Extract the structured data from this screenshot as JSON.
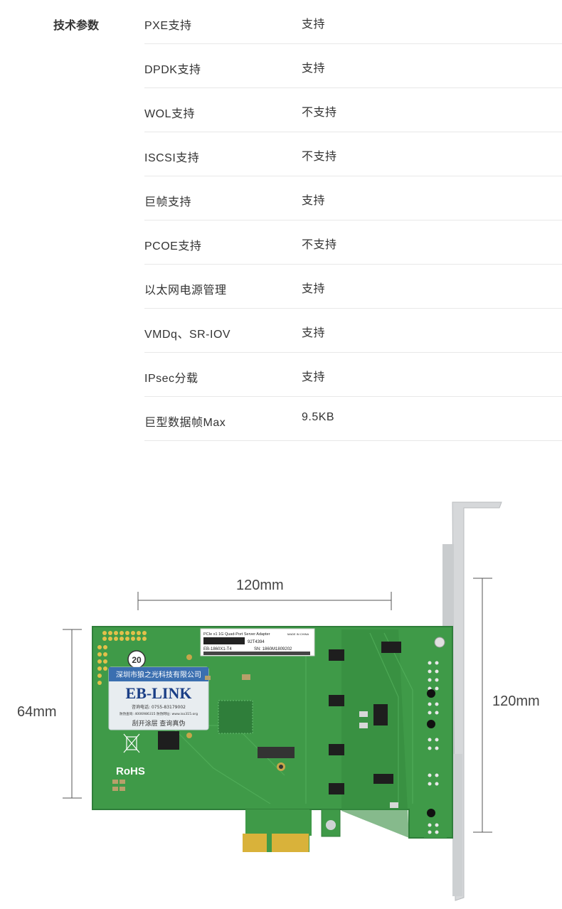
{
  "specs": {
    "heading": "技术参数",
    "rows": [
      {
        "name": "PXE支持",
        "value": "支持"
      },
      {
        "name": "DPDK支持",
        "value": "支持"
      },
      {
        "name": "WOL支持",
        "value": "不支持"
      },
      {
        "name": "ISCSI支持",
        "value": "不支持"
      },
      {
        "name": "巨帧支持",
        "value": "支持"
      },
      {
        "name": "PCOE支持",
        "value": "不支持"
      },
      {
        "name": "以太网电源管理",
        "value": "支持"
      },
      {
        "name": "VMDq、SR-IOV",
        "value": "支持"
      },
      {
        "name": "IPsec分载",
        "value": "支持"
      },
      {
        "name": "巨型数据帧Max",
        "value": "9.5KB"
      }
    ]
  },
  "dimensions": {
    "width_label": "120mm",
    "height_label": "64mm",
    "bracket_label": "120mm"
  },
  "product": {
    "label_company": "深圳市狼之光科技有限公司",
    "label_brand": "EB-LINK",
    "label_phone": "咨询电话: 0755-83179002",
    "label_anticounterfeit": "防伪查询: 4006986315 防伪网址: www.iso315.org",
    "label_scratch": "刮开涂层  查询真伪",
    "badge_20": "20",
    "rohs": "RoHS",
    "sticker_title": "PCIe x1 1G Quad-Port Server Adapter",
    "sticker_made": "MADE IN CHINA",
    "sticker_code": "92T4394",
    "sticker_model": "EB-1860X1-T4",
    "sticker_sn": "SN: 1860M1809202"
  },
  "colors": {
    "pcb": "#3f9a48",
    "pcb_dark": "#2f7e3a",
    "gold": "#d9b23a",
    "bracket": "#d6d8da"
  }
}
